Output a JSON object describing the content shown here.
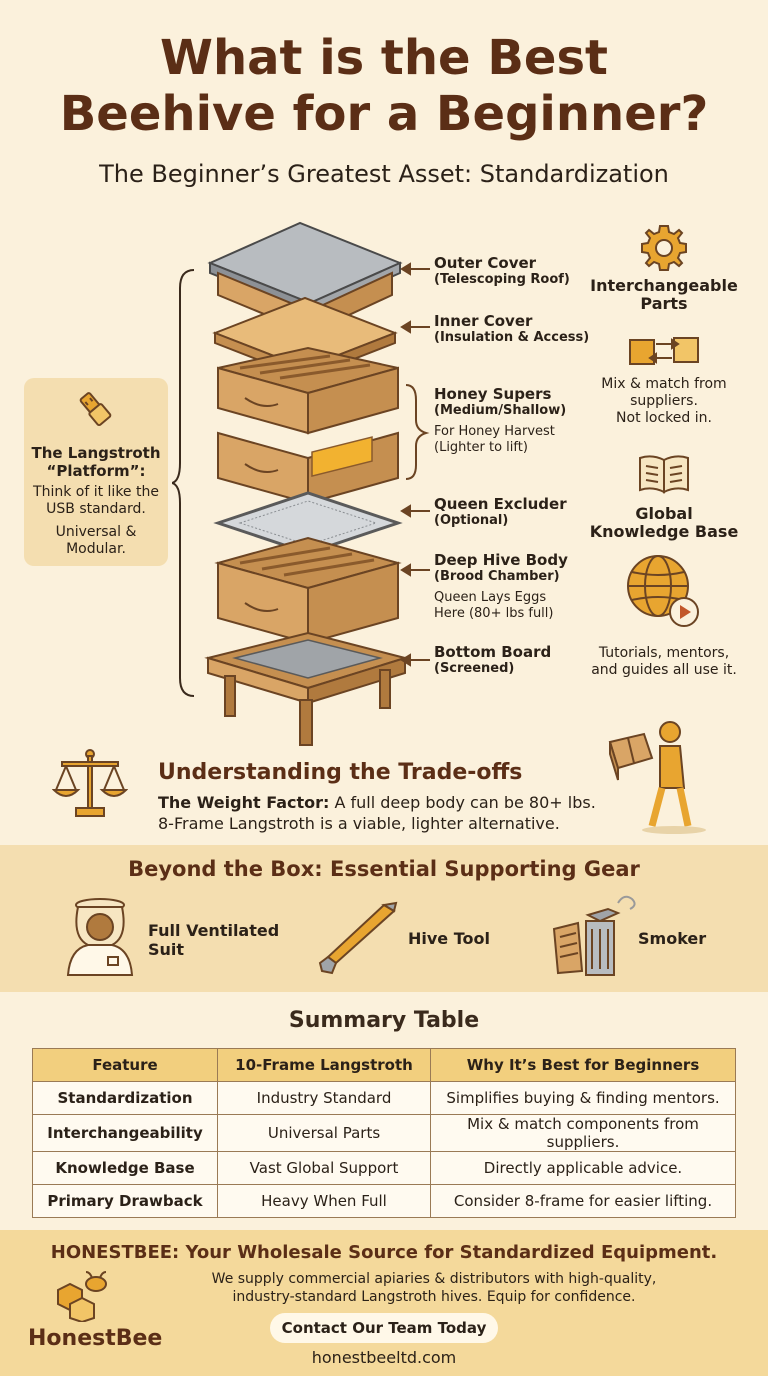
{
  "header": {
    "title_line1": "What is the Best",
    "title_line2": "Beehive for a Beginner?",
    "subtitle": "The Beginner’s Greatest Asset: Standardization"
  },
  "hive_labels": {
    "outer_cover": {
      "title": "Outer Cover",
      "sub": "(Telescoping Roof)"
    },
    "inner_cover": {
      "title": "Inner Cover",
      "sub": "(Insulation & Access)"
    },
    "honey_supers": {
      "title": "Honey Supers",
      "sub": "(Medium/Shallow)",
      "note1": "For Honey Harvest",
      "note2": "(Lighter to lift)"
    },
    "queen_excluder": {
      "title": "Queen Excluder",
      "sub": "(Optional)"
    },
    "deep_body": {
      "title": "Deep Hive Body",
      "sub": "(Brood Chamber)",
      "note1": "Queen Lays Eggs",
      "note2": "Here (80+ lbs full)"
    },
    "bottom_board": {
      "title": "Bottom Board",
      "sub": "(Screened)"
    }
  },
  "platform": {
    "title1": "The Langstroth",
    "title2": "“Platform”:",
    "text1": "Think of it like the",
    "text2": "USB standard.",
    "text3": "Universal &",
    "text4": "Modular."
  },
  "right_col": {
    "parts_title1": "Interchangeable",
    "parts_title2": "Parts",
    "parts_text1": "Mix & match from",
    "parts_text2": "suppliers.",
    "parts_text3": "Not locked in.",
    "kb_title1": "Global",
    "kb_title2": "Knowledge Base",
    "kb_text1": "Tutorials, mentors,",
    "kb_text2": "and guides all use it."
  },
  "tradeoffs": {
    "heading": "Understanding the Trade-offs",
    "bold": "The Weight Factor:",
    "line1_rest": " A full deep body can be 80+ lbs.",
    "line2": "8-Frame Langstroth is a viable, lighter alternative."
  },
  "gear": {
    "heading": "Beyond the Box: Essential Supporting Gear",
    "suit1": "Full Ventilated",
    "suit2": "Suit",
    "tool": "Hive Tool",
    "smoker": "Smoker"
  },
  "summary": {
    "heading": "Summary Table",
    "headers": [
      "Feature",
      "10-Frame Langstroth",
      "Why It’s Best for Beginners"
    ],
    "rows": [
      [
        "Standardization",
        "Industry Standard",
        "Simplifies buying & finding mentors."
      ],
      [
        "Interchangeability",
        "Universal Parts",
        "Mix & match components from suppliers."
      ],
      [
        "Knowledge Base",
        "Vast Global Support",
        "Directly applicable advice."
      ],
      [
        "Primary Drawback",
        "Heavy When Full",
        "Consider 8-frame for easier lifting."
      ]
    ]
  },
  "footer": {
    "headline": "HONESTBEE: Your Wholesale Source for Standardized Equipment.",
    "text1": "We supply commercial apiaries & distributors with high-quality,",
    "text2": "industry-standard Langstroth hives. Equip for confidence.",
    "brand": "HonestBee",
    "cta": "Contact Our Team Today",
    "url": "honestbeeltd.com"
  },
  "colors": {
    "background": "#fbf1dc",
    "band": "#f4deb0",
    "title": "#5b2e16",
    "wood": "#d9a566",
    "accent": "#e8a530"
  }
}
